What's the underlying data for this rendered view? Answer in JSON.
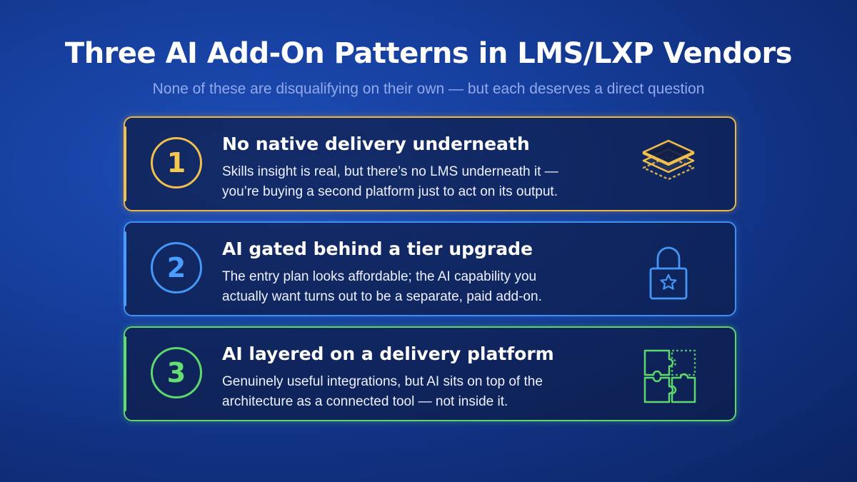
{
  "header": {
    "title": "Three AI Add-On Patterns in LMS/LXP Vendors",
    "subtitle": "None of these are disqualifying on their own — but each deserves a direct question"
  },
  "cards": [
    {
      "number": "1",
      "title": "No native delivery underneath",
      "description_line1": "Skills insight is real, but there’s no LMS underneath it —",
      "description_line2": "you’re buying a second platform just to act on its output.",
      "icon": "stacked-layers-icon",
      "color": "#f1c04c"
    },
    {
      "number": "2",
      "title": "AI gated behind a tier upgrade",
      "description_line1": "The entry plan looks affordable; the AI capability you",
      "description_line2": "actually want turns out to be a separate, paid add-on.",
      "icon": "padlock-star-icon",
      "color": "#4596f7"
    },
    {
      "number": "3",
      "title": "AI layered on a delivery platform",
      "description_line1": "Genuinely useful integrations, but AI sits on top of the",
      "description_line2": "architecture as a connected tool — not inside it.",
      "icon": "puzzle-pieces-icon",
      "color": "#5fd86b"
    }
  ]
}
